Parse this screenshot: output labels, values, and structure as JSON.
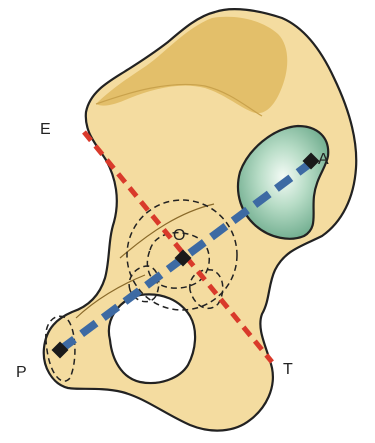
{
  "labels": {
    "E": "E",
    "A": "A",
    "O": "O",
    "P": "P",
    "T": "T"
  },
  "colors": {
    "bone_fill": "#f4dca0",
    "bone_shadow": "#e3bf6a",
    "bone_outline": "#222222",
    "cartilage_fill": "#8fc4a8",
    "axis_blue": "#3d6aa3",
    "axis_red": "#d93a2b",
    "marker": "#1a1a1a"
  }
}
